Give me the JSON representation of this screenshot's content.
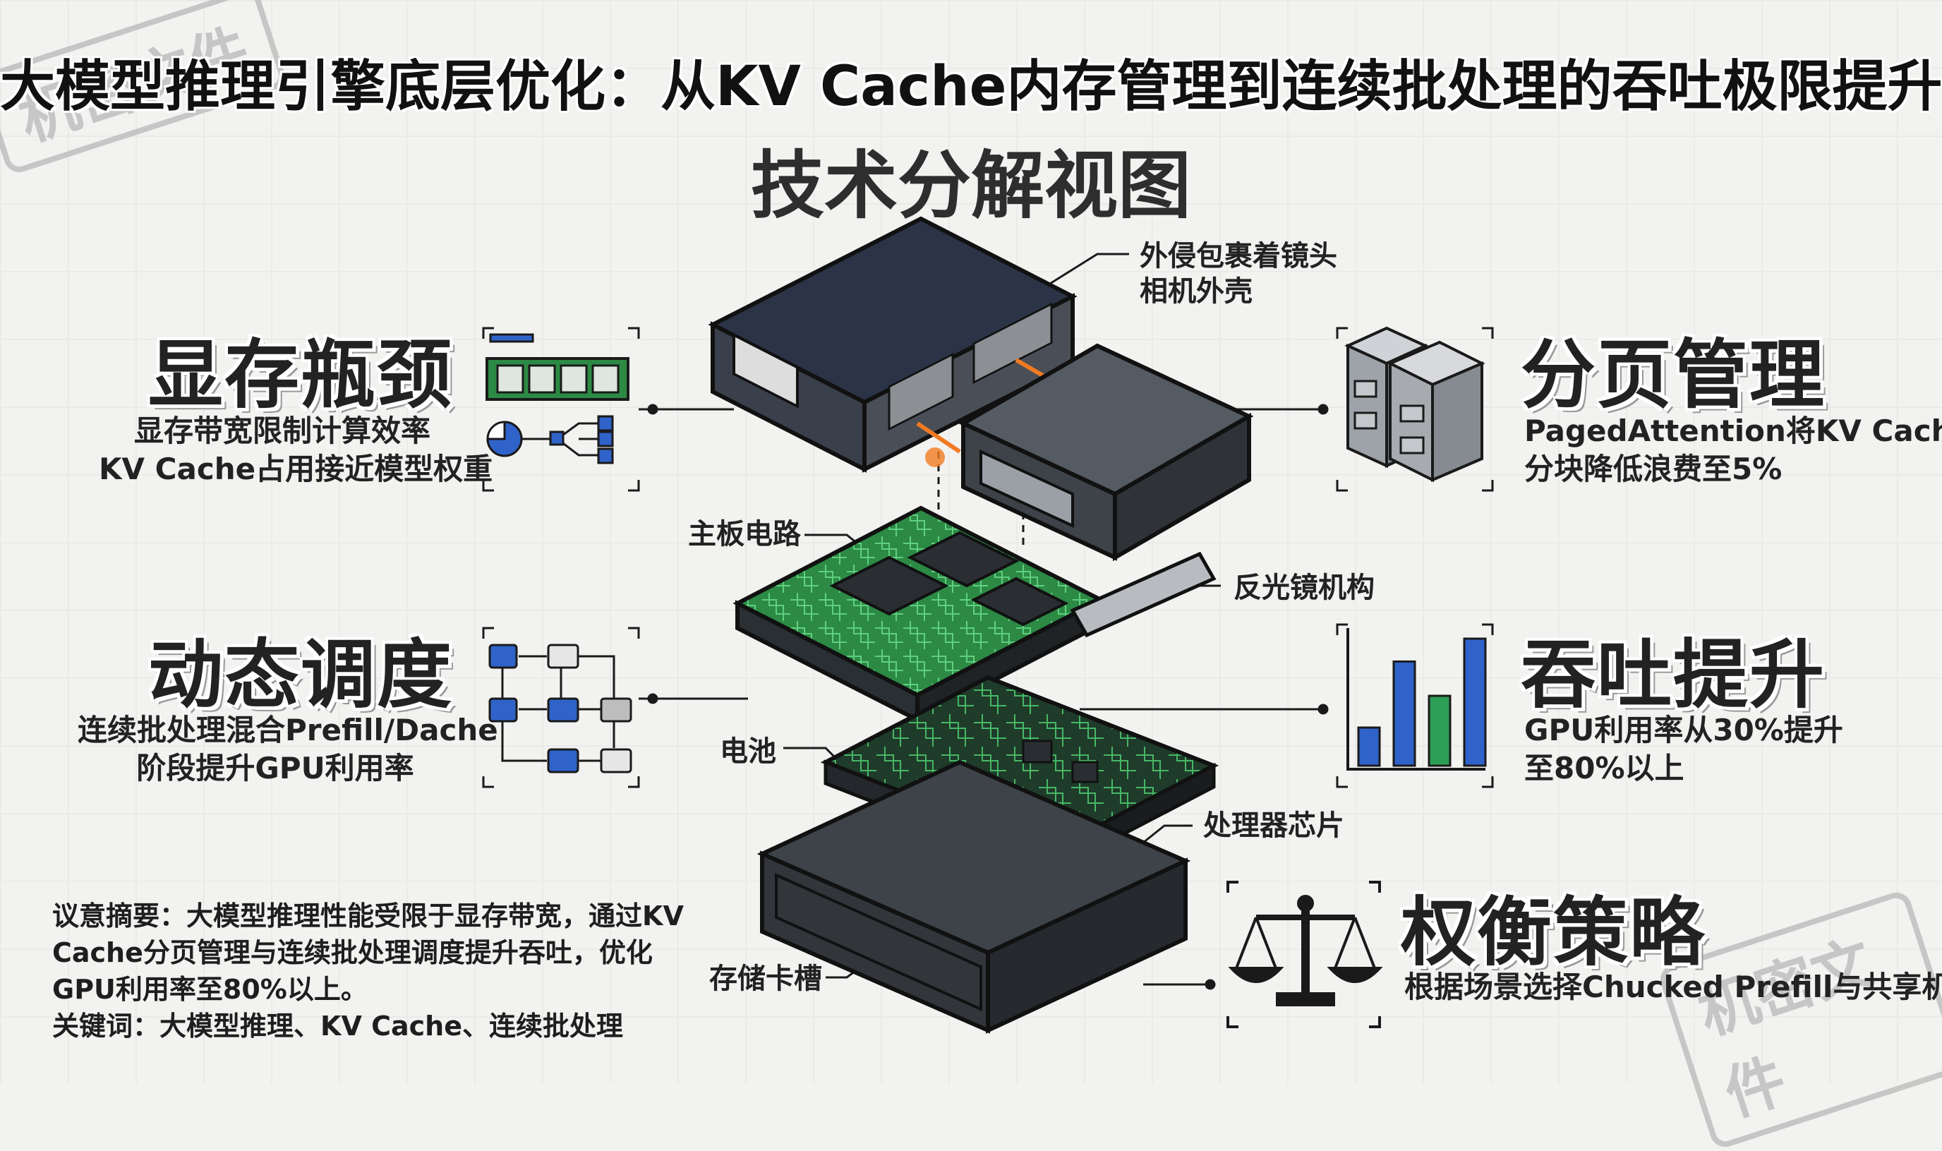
{
  "header": {
    "title": "大模型推理引擎底层优化：从KV Cache内存管理到连续批处理的吞吐极限提升",
    "subtitle": "技术分解视图"
  },
  "sections": {
    "memory_bottleneck": {
      "heading": "显存瓶颈",
      "lines": [
        "显存带宽限制计算效率",
        "KV Cache占用接近模型权重"
      ]
    },
    "paging": {
      "heading": "分页管理",
      "lines": [
        "PagedAttention将KV Cache",
        "分块降低浪费至5%"
      ]
    },
    "dynamic_scheduling": {
      "heading": "动态调度",
      "lines": [
        "连续批处理混合Prefill/Dache",
        "阶段提升GPU利用率"
      ]
    },
    "throughput": {
      "heading": "吞吐提升",
      "lines": [
        "GPU利用率从30%提升",
        "至80%以上"
      ]
    },
    "tradeoff": {
      "heading": "权衡策略",
      "lines": [
        "根据场景选择Chucked Prefill与共享机制"
      ]
    }
  },
  "callouts": {
    "outer_shell": [
      "外侵包裹着镜头",
      "相机外壳"
    ],
    "motherboard": "主板电路",
    "reflector": "反光镜机构",
    "battery": "电池",
    "processor": "处理器芯片",
    "storage_slot": "存储卡槽"
  },
  "abstract": {
    "lines": [
      "议意摘要：大模型推理性能受限于显存带宽，通过KV",
      "Cache分页管理与连续批处理调度提升吞吐，优化",
      "GPU利用率至80%以上。",
      "关键词：大模型推理、KV Cache、连续批处理"
    ]
  },
  "stamps": {
    "top_left": "机密文件",
    "bottom_right": "机密文件"
  },
  "throughput_chart": {
    "values": [
      0.3,
      0.82,
      0.55,
      1.0
    ],
    "colors": [
      "#2f63c9",
      "#2f63c9",
      "#2e9e57",
      "#2f63c9"
    ]
  },
  "colors": {
    "board_green": "#2c8a45",
    "accent_orange": "#f07a22",
    "flow_blue": "#2f63c9",
    "dark_case": "#2b3446"
  }
}
